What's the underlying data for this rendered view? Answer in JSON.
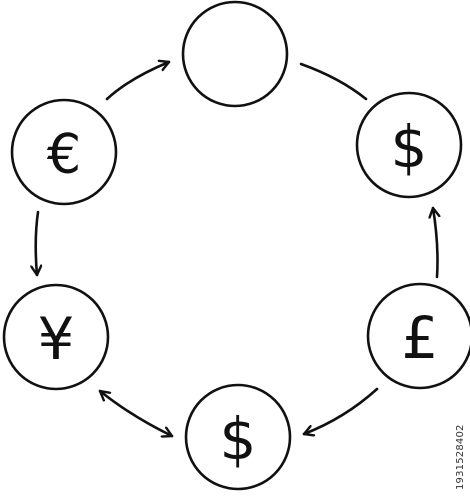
{
  "diagram": {
    "nodes": [
      {
        "id": "top",
        "symbol": ""
      },
      {
        "id": "right-upper",
        "symbol": "$"
      },
      {
        "id": "right-lower",
        "symbol": "£"
      },
      {
        "id": "bottom",
        "symbol": "$"
      },
      {
        "id": "left-lower",
        "symbol": "¥"
      },
      {
        "id": "left-upper",
        "symbol": "€"
      }
    ],
    "connections": [
      {
        "from": "left-upper",
        "to": "top",
        "arrows": "end"
      },
      {
        "from": "top",
        "to": "right-upper",
        "arrows": "none"
      },
      {
        "from": "right-lower",
        "to": "right-upper",
        "arrows": "end"
      },
      {
        "from": "right-lower",
        "to": "bottom",
        "arrows": "end"
      },
      {
        "from": "bottom",
        "to": "left-lower",
        "arrows": "both"
      },
      {
        "from": "left-upper",
        "to": "left-lower",
        "arrows": "end"
      }
    ],
    "stroke_color": "#111111"
  },
  "credit_text": "1931528402"
}
